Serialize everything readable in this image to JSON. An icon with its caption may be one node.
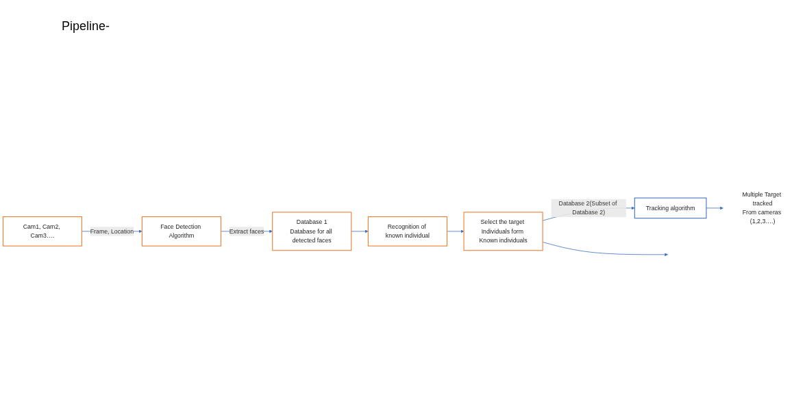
{
  "diagram": {
    "title": "Pipeline-",
    "nodes": [
      {
        "text": [
          "Cam1, Cam2, Cam3…."
        ]
      },
      {
        "text": [
          "Face Detection Algorithm"
        ]
      },
      {
        "text": [
          "Database 1",
          "Database for all detected faces"
        ]
      },
      {
        "text": [
          "Recognition of known individual"
        ]
      },
      {
        "text": [
          "Select the target Individuals form Known individuals"
        ]
      },
      {
        "text": [
          "Tracking algorithm"
        ]
      },
      {
        "text": [
          "Multiple Target tracked",
          "From cameras (1,2,3….)"
        ]
      }
    ],
    "edges": [
      {
        "from": 0,
        "to": 1,
        "arrow": "to",
        "label": "Frame, Location"
      },
      {
        "from": 1,
        "to": 2,
        "arrow": "to",
        "label": "Extract faces"
      },
      {
        "from": 2,
        "to": 3,
        "arrow": "to"
      },
      {
        "from": 3,
        "to": 4,
        "arrow": "to"
      },
      {
        "from": 4,
        "to": null,
        "arrow": "to"
      },
      {
        "from": 4,
        "to": 5,
        "arrow": "to",
        "label": "Database 2(Subset of Database 2)"
      },
      {
        "from": 5,
        "to": 6,
        "arrow": "to"
      }
    ]
  }
}
